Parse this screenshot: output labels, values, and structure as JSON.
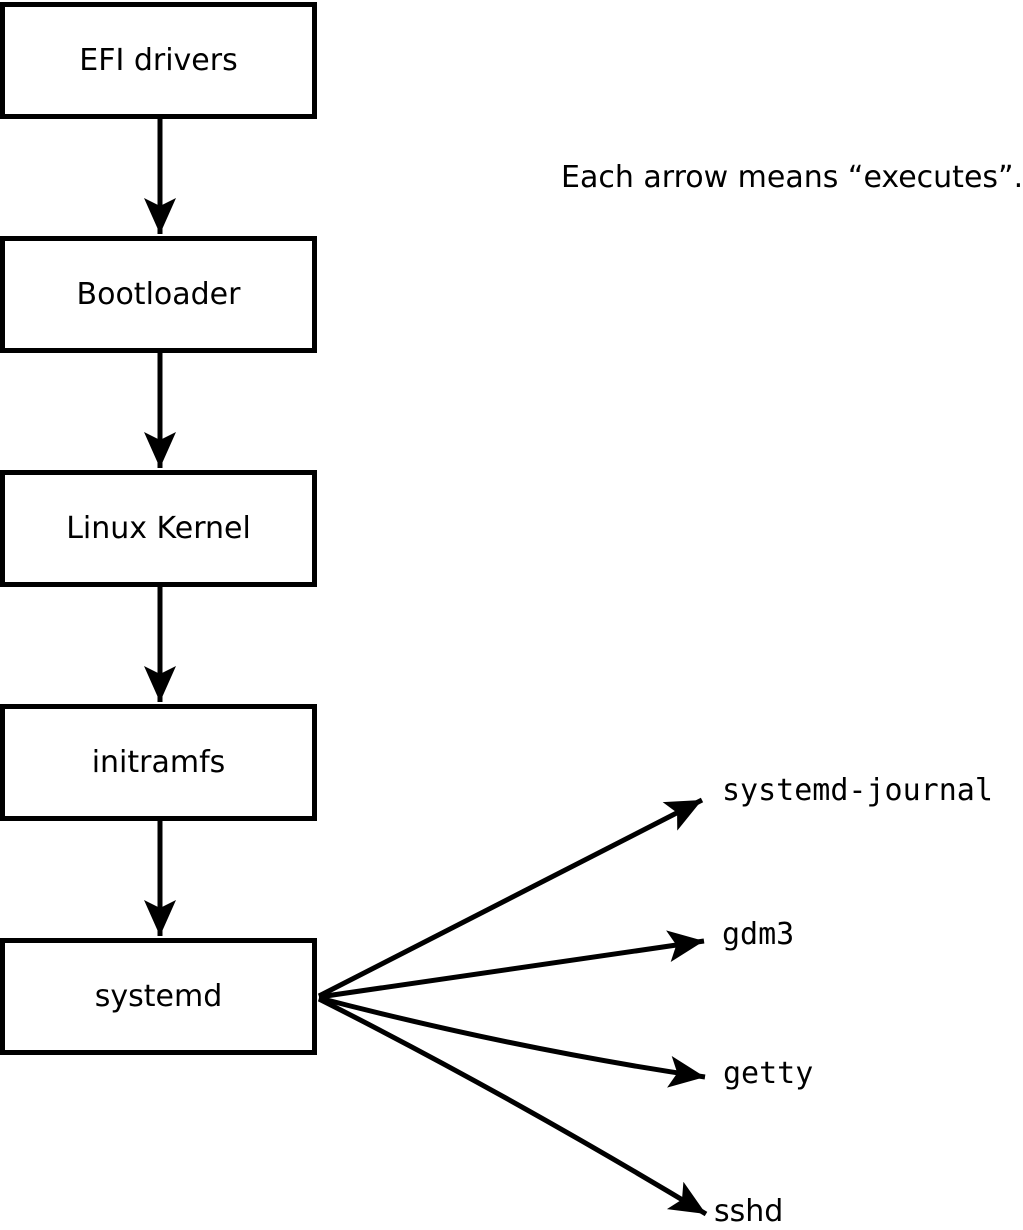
{
  "diagram": {
    "note": "Each arrow means “executes”.",
    "colors": {
      "ink": "#000000",
      "background": "#ffffff"
    },
    "chain": [
      {
        "id": "efi-drivers",
        "label": "EFI drivers"
      },
      {
        "id": "bootloader",
        "label": "Bootloader"
      },
      {
        "id": "linux-kernel",
        "label": "Linux Kernel"
      },
      {
        "id": "initramfs",
        "label": "initramfs"
      },
      {
        "id": "systemd",
        "label": "systemd"
      }
    ],
    "spawned": [
      {
        "id": "systemd-journal",
        "label": "systemd-journal"
      },
      {
        "id": "gdm3",
        "label": "gdm3"
      },
      {
        "id": "getty",
        "label": "getty"
      },
      {
        "id": "sshd",
        "label": "sshd"
      }
    ]
  }
}
